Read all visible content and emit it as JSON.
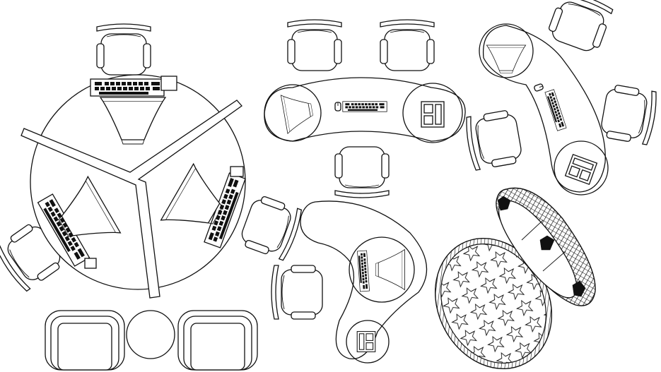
{
  "drawing": {
    "line_color": "#111111",
    "background": "#ffffff",
    "groups": [
      {
        "id": "round-workstation",
        "chairs": 3,
        "desks": 3,
        "keyboards": 3,
        "monitors": 3
      },
      {
        "id": "curved-desk-top",
        "chairs": 3,
        "monitors": 1,
        "computers": 1,
        "keyboards": 1
      },
      {
        "id": "curved-desk-right",
        "chairs": 3,
        "monitors": 1,
        "computers": 1,
        "keyboards": 1
      },
      {
        "id": "kidney-desk",
        "chairs": 1,
        "monitors": 1,
        "computers": 1,
        "keyboards": 1
      },
      {
        "id": "lounge-set",
        "armchairs": 2,
        "side_tables": 1
      },
      {
        "id": "hatched-oval-table",
        "pattern": "star"
      },
      {
        "id": "planter-bench",
        "hatched": true
      }
    ]
  }
}
